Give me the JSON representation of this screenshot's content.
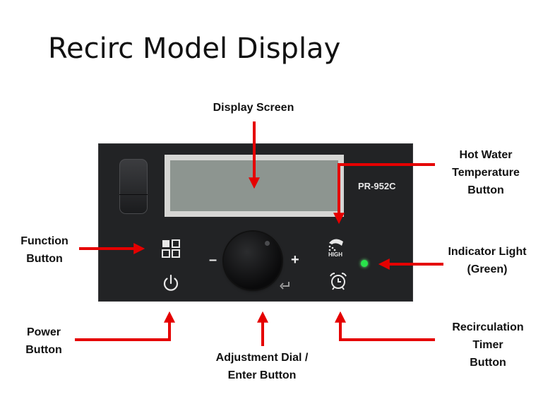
{
  "title": "Recirc Model Display",
  "model_label": "PR-952C",
  "controls": {
    "minus_symbol": "–",
    "plus_symbol": "+",
    "high_label": "HIGH"
  },
  "labels": {
    "display_screen": [
      "Display Screen"
    ],
    "hot_water": [
      "Hot Water",
      "Temperature",
      "Button"
    ],
    "function": [
      "Function",
      "Button"
    ],
    "indicator": [
      "Indicator Light",
      "(Green)"
    ],
    "power": [
      "Power",
      "Button"
    ],
    "adjustment": [
      "Adjustment Dial /",
      "Enter Button"
    ],
    "recirculation": [
      "Recirculation",
      "Timer",
      "Button"
    ]
  },
  "colors": {
    "arrow": "#e50000",
    "panel": "#222325",
    "led": "#29e34b"
  },
  "icons": [
    "function-icon",
    "power-icon",
    "hot-water-icon",
    "alarm-clock-icon",
    "enter-icon"
  ]
}
